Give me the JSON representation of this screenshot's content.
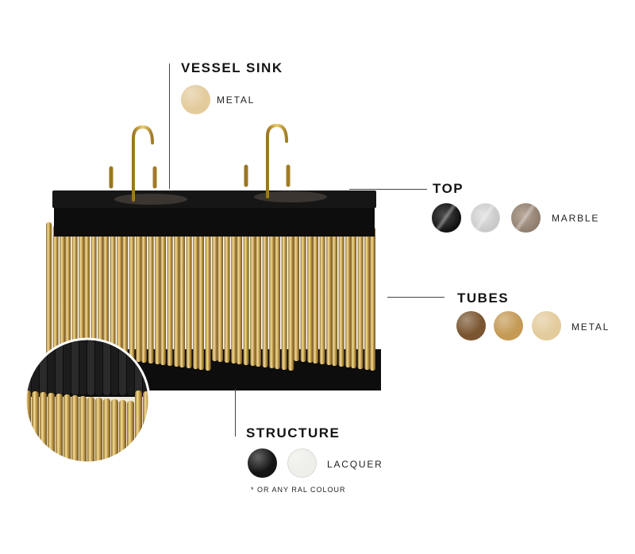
{
  "sections": {
    "vessel_sink": {
      "title": "VESSEL SINK",
      "label": "METAL",
      "swatches": [
        {
          "name": "metal-light-gold",
          "color": "#e3cb9c"
        }
      ]
    },
    "top": {
      "title": "TOP",
      "label": "MARBLE",
      "swatches": [
        {
          "name": "black-marble",
          "color": "#111111"
        },
        {
          "name": "white-marble",
          "color": "#dcdcdc"
        },
        {
          "name": "onyx-marble",
          "color": "#9e8a78"
        }
      ]
    },
    "tubes": {
      "title": "TUBES",
      "label": "METAL",
      "swatches": [
        {
          "name": "dark-bronze",
          "color": "#7a5530"
        },
        {
          "name": "gold",
          "color": "#c49a55"
        },
        {
          "name": "light-gold",
          "color": "#e3cb9c"
        }
      ]
    },
    "structure": {
      "title": "STRUCTURE",
      "label": "LACQUER",
      "note": "* OR ANY RAL COLOUR",
      "swatches": [
        {
          "name": "black-lacquer",
          "color": "#141414"
        },
        {
          "name": "white-lacquer",
          "color": "#eeeeea"
        }
      ]
    }
  },
  "colors": {
    "brass": "#d4b06a",
    "black": "#0d0d0d"
  }
}
